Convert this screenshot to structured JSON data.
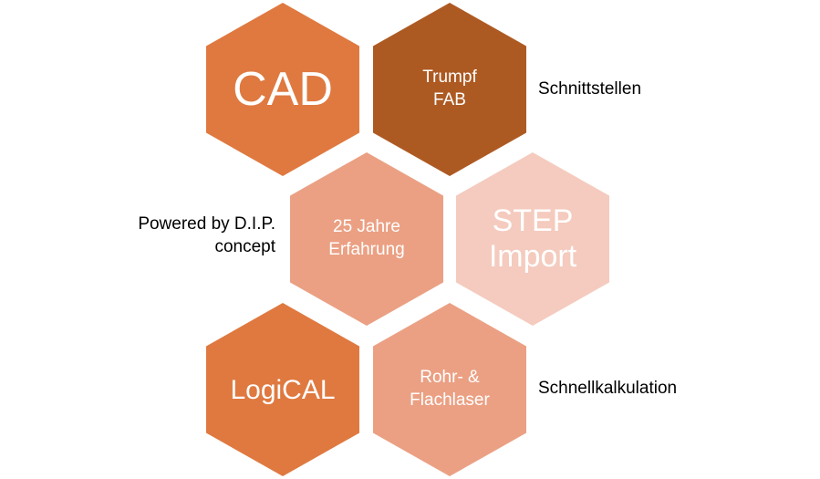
{
  "colors": {
    "orange": "#df7940",
    "brown": "#ad5a22",
    "salmon": "#eba083",
    "pale": "#f4cbbe",
    "white_text": "#ffffff",
    "black_text": "#000000"
  },
  "hexagons": [
    {
      "id": "hex-cad",
      "label": "CAD",
      "color": "#df7940"
    },
    {
      "id": "hex-trumpf",
      "label": "Trumpf\nFAB",
      "color": "#ad5a22"
    },
    {
      "id": "hex-erfahrung",
      "label": "25 Jahre\nErfahrung",
      "color": "#eba083"
    },
    {
      "id": "hex-step",
      "label": "STEP\nImport",
      "color": "#f4cbbe"
    },
    {
      "id": "hex-logical",
      "label": "LogiCAL",
      "color": "#df7940"
    },
    {
      "id": "hex-laser",
      "label": "Rohr-  &\nFlachlaser",
      "color": "#eba083"
    }
  ],
  "side_labels": {
    "schnittstellen": "Schnittstellen",
    "powered": "Powered by D.I.P.\nconcept",
    "schnellkalkulation": "Schnellkalkulation"
  }
}
